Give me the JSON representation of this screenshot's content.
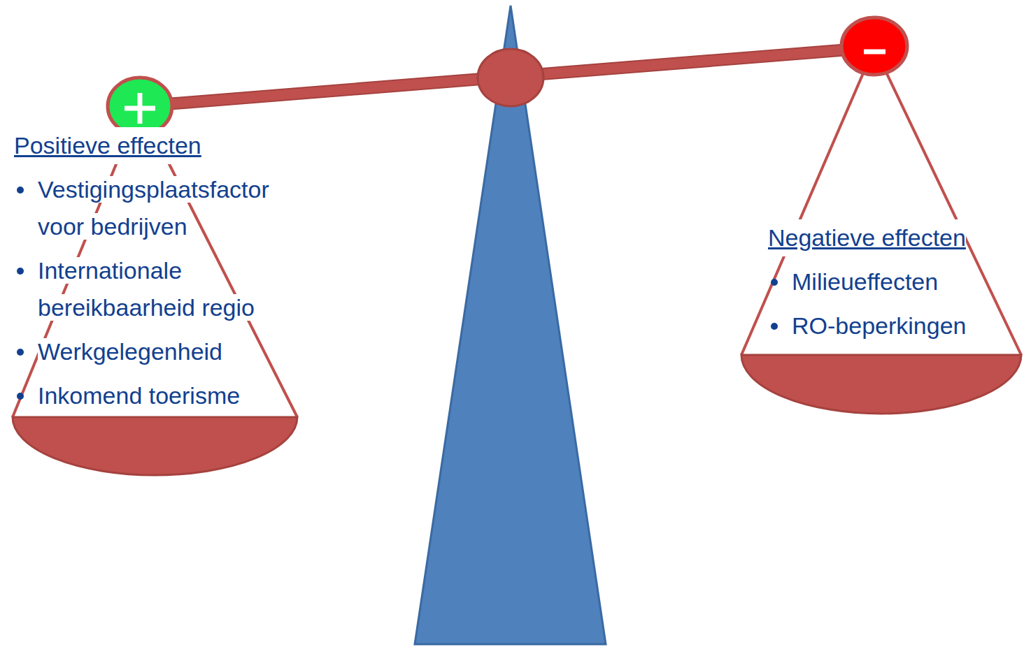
{
  "diagram": {
    "nodes": [
      {
        "text": [
          "Positieve effecten",
          "Vestigingsplaatsfactor voor bedrijven",
          "Internationale bereikbaarheid regio",
          "Werkgelegenheid",
          "Inkomend toerisme"
        ]
      },
      {
        "text": [
          "Negatieve effecten",
          "Milieueffecten",
          "RO-beperkingen"
        ]
      }
    ]
  }
}
